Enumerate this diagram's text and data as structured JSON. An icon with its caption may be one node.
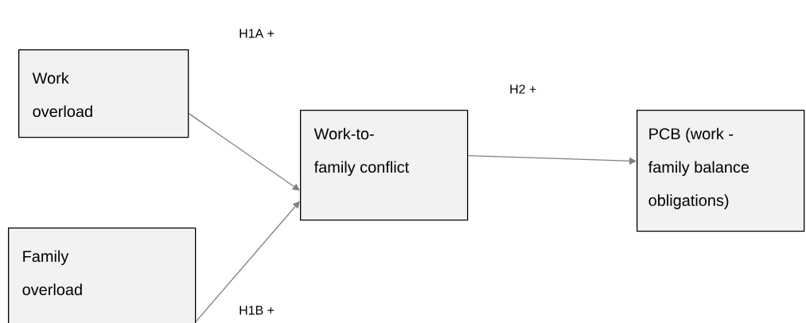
{
  "diagram": {
    "nodes": [
      {
        "text": [
          "Work overload"
        ]
      },
      {
        "text": [
          "Family overload"
        ]
      },
      {
        "text": [
          "Work-to-family conflict"
        ]
      },
      {
        "text": [
          "PCB (work - family balance obligations)"
        ]
      }
    ],
    "edges": [
      {
        "from": 0,
        "to": 2,
        "arrow": "to"
      },
      {
        "from": 1,
        "to": 2,
        "arrow": "to"
      },
      {
        "from": 2,
        "to": 3,
        "arrow": "to"
      }
    ],
    "labels": [
      "H1A +",
      "H2 +",
      "H1B +"
    ]
  }
}
